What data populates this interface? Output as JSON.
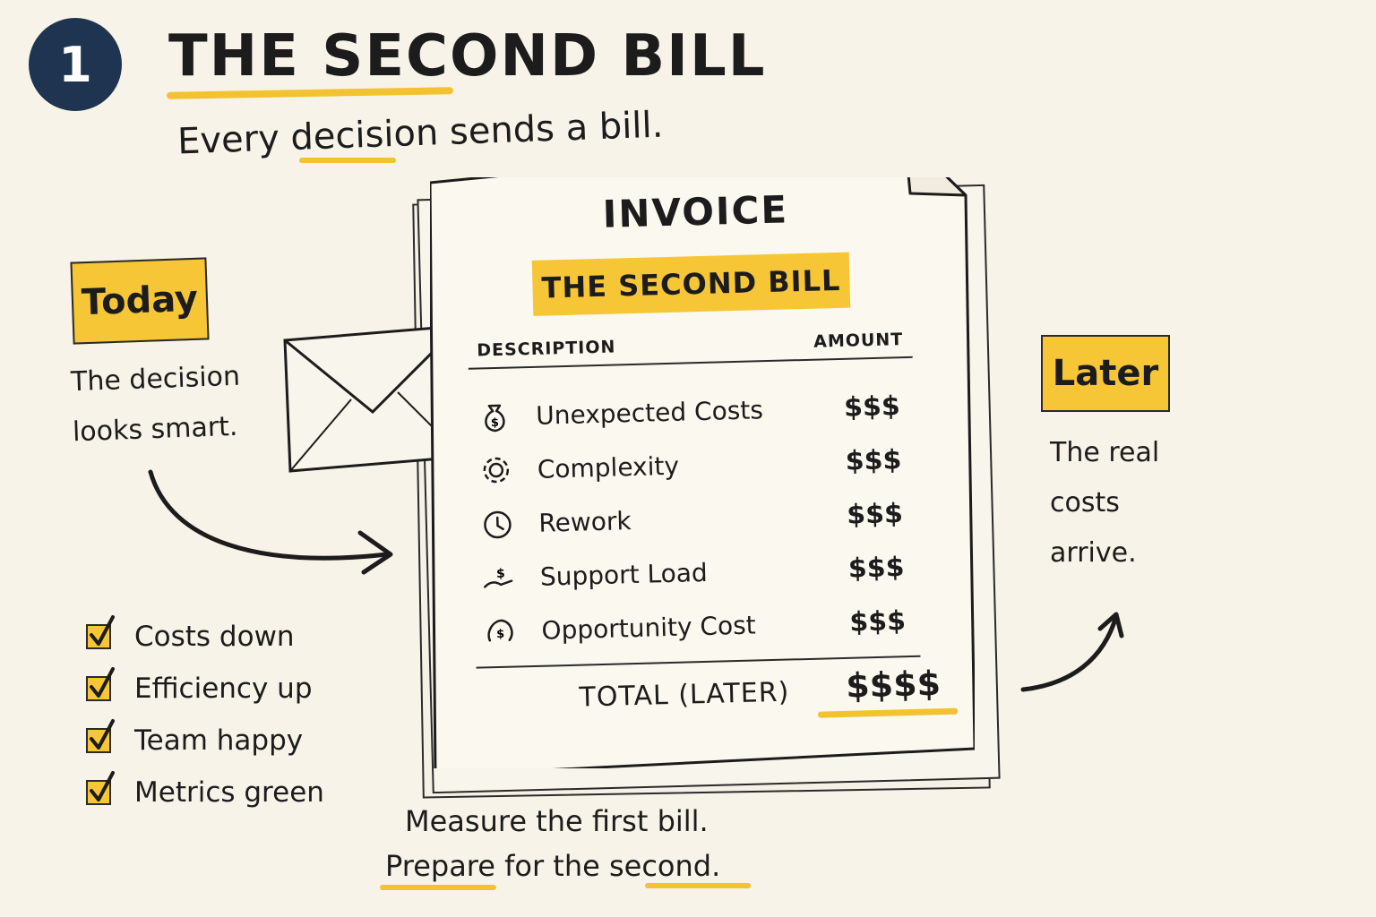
{
  "header": {
    "step_number": "1",
    "title": "THE SECOND BILL",
    "subtitle": "Every decision sends a bill."
  },
  "today": {
    "tag": "Today",
    "note_line1": "The decision",
    "note_line2": "looks smart."
  },
  "checklist": [
    {
      "label": "Costs down",
      "icon": "checkmark-icon"
    },
    {
      "label": "Efficiency up",
      "icon": "checkmark-icon"
    },
    {
      "label": "Team happy",
      "icon": "checkmark-icon"
    },
    {
      "label": "Metrics green",
      "icon": "checkmark-icon"
    }
  ],
  "invoice": {
    "title": "INVOICE",
    "band": "THE SECOND BILL",
    "col_description": "DESCRIPTION",
    "col_amount": "AMOUNT",
    "items": [
      {
        "label": "Unexpected Costs",
        "amount": "$$$",
        "icon": "money-bag-icon"
      },
      {
        "label": "Complexity",
        "amount": "$$$",
        "icon": "gear-icon"
      },
      {
        "label": "Rework",
        "amount": "$$$",
        "icon": "clock-icon"
      },
      {
        "label": "Support Load",
        "amount": "$$$",
        "icon": "support-hand-icon"
      },
      {
        "label": "Opportunity Cost",
        "amount": "$$$",
        "icon": "opportunity-icon"
      }
    ],
    "total_label": "TOTAL (LATER)",
    "total_amount": "$$$$"
  },
  "later": {
    "tag": "Later",
    "note_line1": "The real",
    "note_line2": "costs",
    "note_line3": "arrive."
  },
  "footer": {
    "line1": "Measure the first bill.",
    "line2": "Prepare for the second."
  },
  "colors": {
    "background": "#f8f3e8",
    "accent_yellow": "#f6c637",
    "badge_navy": "#1f3450",
    "ink": "#1c1c1c"
  }
}
